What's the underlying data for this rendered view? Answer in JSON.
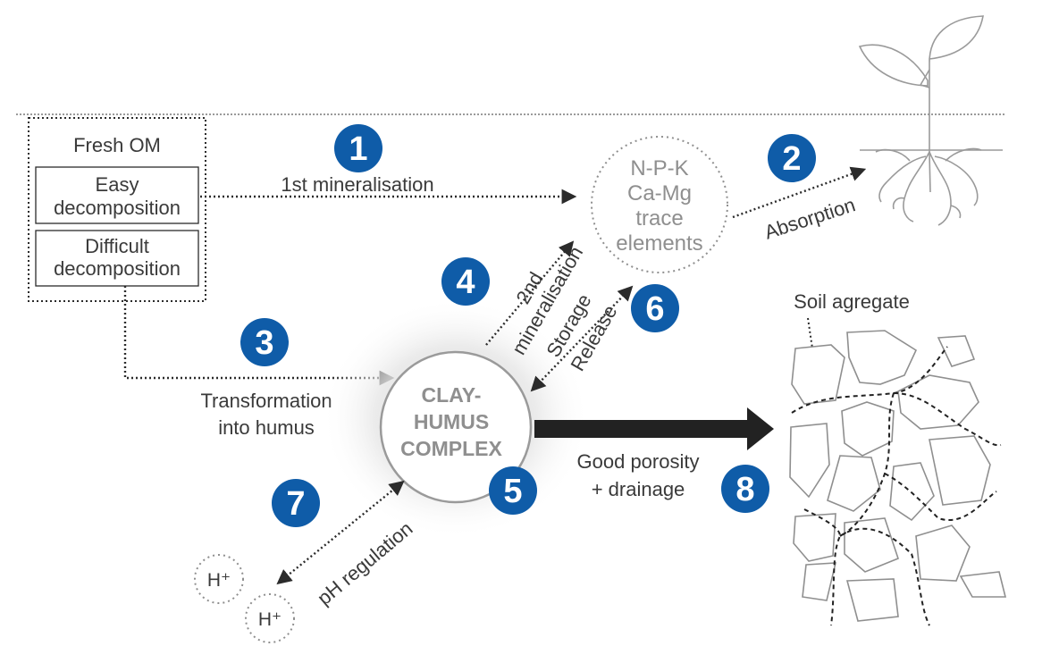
{
  "colors": {
    "badge": "#0f5ca8",
    "ink": "#2b2b2b",
    "text": "#3a3a3a",
    "muted": "#8f8f8f"
  },
  "organic_matter": {
    "title": "Fresh OM",
    "easy_line1": "Easy",
    "easy_line2": "decomposition",
    "difficult_line1": "Difficult",
    "difficult_line2": "decomposition"
  },
  "nutrients": {
    "line1": "N-P-K",
    "line2": "Ca-Mg",
    "line3": "trace",
    "line4": "elements"
  },
  "complex": {
    "line1": "CLAY-",
    "line2": "HUMUS",
    "line3": "COMPLEX"
  },
  "processes": {
    "mineralisation1": "1st mineralisation",
    "absorption": "Absorption",
    "transformation_line1": "Transformation",
    "transformation_line2": "into humus",
    "mineralisation2_line1": "2nd",
    "mineralisation2_line2": "mineralisation",
    "storage": "Storage",
    "release": "Release",
    "ph_regulation": "pH regulation",
    "porosity_line1": "Good porosity",
    "porosity_line2": "+ drainage"
  },
  "soil_aggregate_label": "Soil agregate",
  "ions": {
    "label1": "H⁺",
    "label2": "H⁺"
  },
  "badges": [
    "1",
    "2",
    "3",
    "4",
    "5",
    "6",
    "7",
    "8"
  ],
  "icons": {
    "plant": "plant-icon",
    "soil": "soil-aggregate-icon"
  }
}
